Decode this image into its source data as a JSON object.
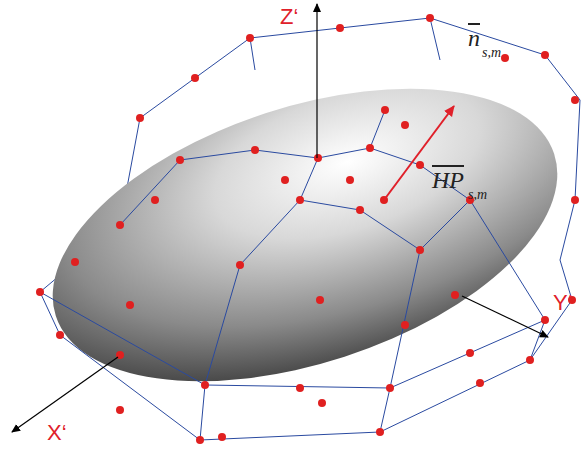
{
  "diagram": {
    "labels": [
      "Z‘",
      "Y‘",
      "X‘",
      "n",
      "s,m",
      "HP",
      "s,m"
    ]
  }
}
